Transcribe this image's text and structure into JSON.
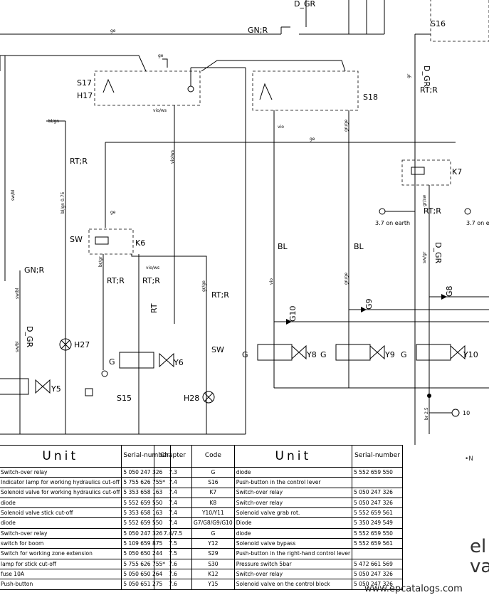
{
  "diagram": {
    "components": {
      "s17": "S17",
      "h17": "H17",
      "s18": "S18",
      "k6": "K6",
      "k7": "K7",
      "s15": "S15",
      "s16": "S16",
      "y5": "Y5",
      "y6": "Y6",
      "y8": "Y8",
      "y9": "Y9",
      "y10": "Y10",
      "g10": "G10",
      "g9": "G9",
      "g8": "G8",
      "h27": "H27",
      "h28": "H28",
      "d_gr": "D_GR",
      "d_gr2": "D_GR"
    },
    "connectors": {
      "gn_r": "GN;R",
      "gn_r2": "GN;R",
      "rt_r": "RT;R",
      "sw": "SW",
      "bl": "BL",
      "rt": "RT",
      "g": "G"
    },
    "wire_colors": {
      "ge": "ge",
      "bl_gn": "bl/gn",
      "sw_bl": "sw/bl",
      "vio_ws": "vio/ws",
      "vio": "vio",
      "gn_ge": "gn/ge",
      "gr_sw": "gr/sw",
      "br": "br",
      "br_gr": "br/gr",
      "gr_ge": "gr/ge",
      "sw_gr": "sw/gr",
      "gr": "gr",
      "bl_gn075": "bl/gn 0.75",
      "br25": "br 2.5"
    },
    "earth_note": "3.7 on earth",
    "ref_10": "10"
  },
  "table_left": {
    "header_unit": "Unit",
    "header_serial": "Serial-number",
    "rows": [
      {
        "unit": "Switch-over relay",
        "serial": "5 050 247 326"
      },
      {
        "unit": "Indicator lamp for working hydraulics cut-off",
        "serial": "5 755 626 755*"
      },
      {
        "unit": "Solenoid valve for working hydraulics cut-off",
        "serial": "5 353 658 163"
      },
      {
        "unit": "diode",
        "serial": "5 552 659 550"
      },
      {
        "unit": "Solenoid valve stick cut-off",
        "serial": "5 353 658 163"
      },
      {
        "unit": "diode",
        "serial": "5 552 659 550"
      },
      {
        "unit": "Switch-over relay",
        "serial": "5 050 247 326"
      },
      {
        "unit": "switch for boom",
        "serial": "5 109 659 875"
      },
      {
        "unit": "Switch for working zone extension",
        "serial": "5 050 650 244"
      },
      {
        "unit": "lamp for stick cut-off",
        "serial": "5 755 626 755*"
      },
      {
        "unit": "fuse 10A",
        "serial": "5 050 650 264"
      },
      {
        "unit": "Push-button",
        "serial": "5 050 651 275"
      }
    ]
  },
  "table_right": {
    "header_chapter": "Chapter",
    "header_code": "Code",
    "header_unit": "Unit",
    "header_serial": "Serial-number",
    "rows": [
      {
        "chapter": "7.3",
        "code": "G",
        "unit": "diode",
        "serial": "5 552 659 550"
      },
      {
        "chapter": "7.4",
        "code": "S16",
        "unit": "Push-button in the control lever",
        "serial": ""
      },
      {
        "chapter": "7.4",
        "code": "K7",
        "unit": "Switch-over relay",
        "serial": "5 050 247 326"
      },
      {
        "chapter": "7.4",
        "code": "K8",
        "unit": "Switch-over relay",
        "serial": "5 050 247 326"
      },
      {
        "chapter": "7.4",
        "code": "Y10/Y11",
        "unit": "Solenoid valve grab rot.",
        "serial": "5 552 659 561"
      },
      {
        "chapter": "7.4",
        "code": "G7/G8/G9/G10",
        "unit": "Diode",
        "serial": "5 350 249 549"
      },
      {
        "chapter": "7.4/7.5",
        "code": "G",
        "unit": "diode",
        "serial": "5 552 659 550"
      },
      {
        "chapter": "7.5",
        "code": "Y12",
        "unit": "Solenoid valve bypass",
        "serial": "5 552 659 561"
      },
      {
        "chapter": "7.5",
        "code": "S29",
        "unit": "Push-button in the right-hand control lever",
        "serial": ""
      },
      {
        "chapter": "7.6",
        "code": "S30",
        "unit": "Pressure switch 5bar",
        "serial": "5 472 661 569"
      },
      {
        "chapter": "7.6",
        "code": "K12",
        "unit": "Switch-over relay",
        "serial": "5 050 247 326"
      },
      {
        "chapter": "7.6",
        "code": "Y15",
        "unit": "Solenoid valve on the control block",
        "serial": "5 050 247 326"
      }
    ]
  },
  "side_text": {
    "t1": "el",
    "t2": "va",
    "note": "•N"
  },
  "watermark": "www.epcatalogs.com"
}
